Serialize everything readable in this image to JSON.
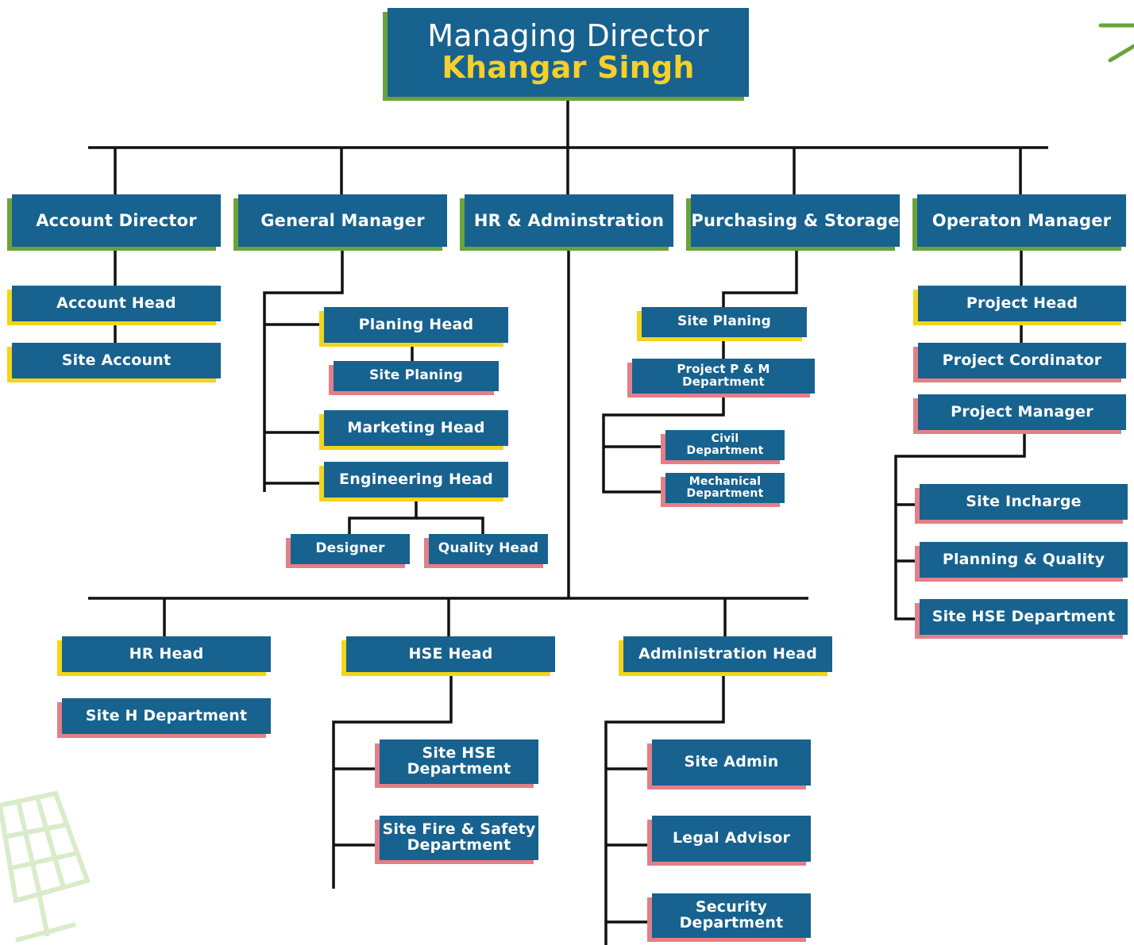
{
  "top": {
    "title": "Managing Director",
    "name": "Khangar Singh"
  },
  "level1": [
    "Account Director",
    "General Manager",
    "HR & Adminstration",
    "Purchasing & Storage",
    "Operaton Manager"
  ],
  "account": {
    "head": "Account Head",
    "site": "Site Account"
  },
  "gm": {
    "planing_head": "Planing Head",
    "site_planing": "Site Planing",
    "marketing_head": "Marketing Head",
    "engineering_head": "Engineering Head",
    "designer": "Designer",
    "quality_head": "Quality Head"
  },
  "purchasing": {
    "site_planing": "Site Planing",
    "project_pm": "Project P & M\nDepartment",
    "civil": "Civil\nDepartment",
    "mechanical": "Mechanical\nDepartment"
  },
  "operation": {
    "project_head": "Project Head",
    "project_coordinator": "Project Cordinator",
    "project_manager": "Project Manager",
    "site_incharge": "Site Incharge",
    "planning_quality": "Planning & Quality",
    "site_hse": "Site HSE Department"
  },
  "hr": {
    "hr_head": "HR Head",
    "site_h": "Site H Department",
    "hse_head": "HSE Head",
    "site_hse": "Site HSE\nDepartment",
    "fire_safety": "Site Fire & Safety\nDepartment",
    "admin_head": "Administration Head",
    "site_admin": "Site Admin",
    "legal": "Legal Advisor",
    "security": "Security\nDepartment"
  },
  "colors": {
    "box": "#17628f",
    "name": "#f5cf2a",
    "accent_green": "#6aa33a",
    "accent_yellow": "#f2d51a",
    "accent_pink": "#e27f88",
    "line": "#111111"
  }
}
